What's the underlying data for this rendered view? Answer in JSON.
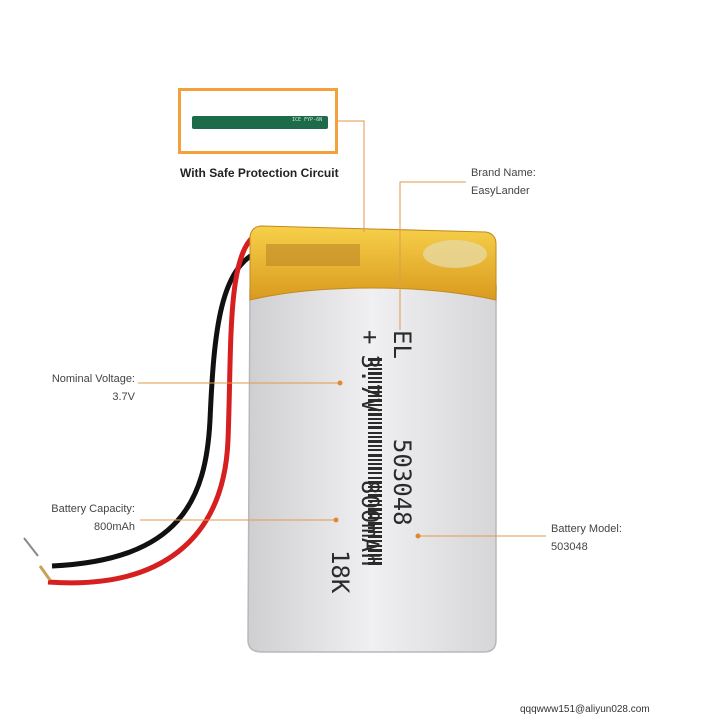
{
  "inset": {
    "pcb_text": "ICE  FYP-6N",
    "caption": "With Safe Protection Circuit"
  },
  "callouts": {
    "brand": {
      "label": "Brand Name:",
      "value": "EasyLander"
    },
    "voltage": {
      "label": "Nominal Voltage:",
      "value": "3.7V"
    },
    "capacity": {
      "label": "Battery  Capacity:",
      "value": "800mAh"
    },
    "model": {
      "label": "Battery Model:",
      "value": "503048"
    }
  },
  "battery_print": {
    "line1_symbol": "+",
    "line1_value": "3.7V",
    "line2_brand": "EL",
    "line2_model": "503048",
    "line3": "800mAh",
    "line4": "18K"
  },
  "footer": {
    "watermark": "qqqwww151@aliyun028.com"
  },
  "colors": {
    "accent": "#f2a13c",
    "tape": "#f1c232",
    "wire_red": "#d61f1f",
    "wire_black": "#111111"
  }
}
